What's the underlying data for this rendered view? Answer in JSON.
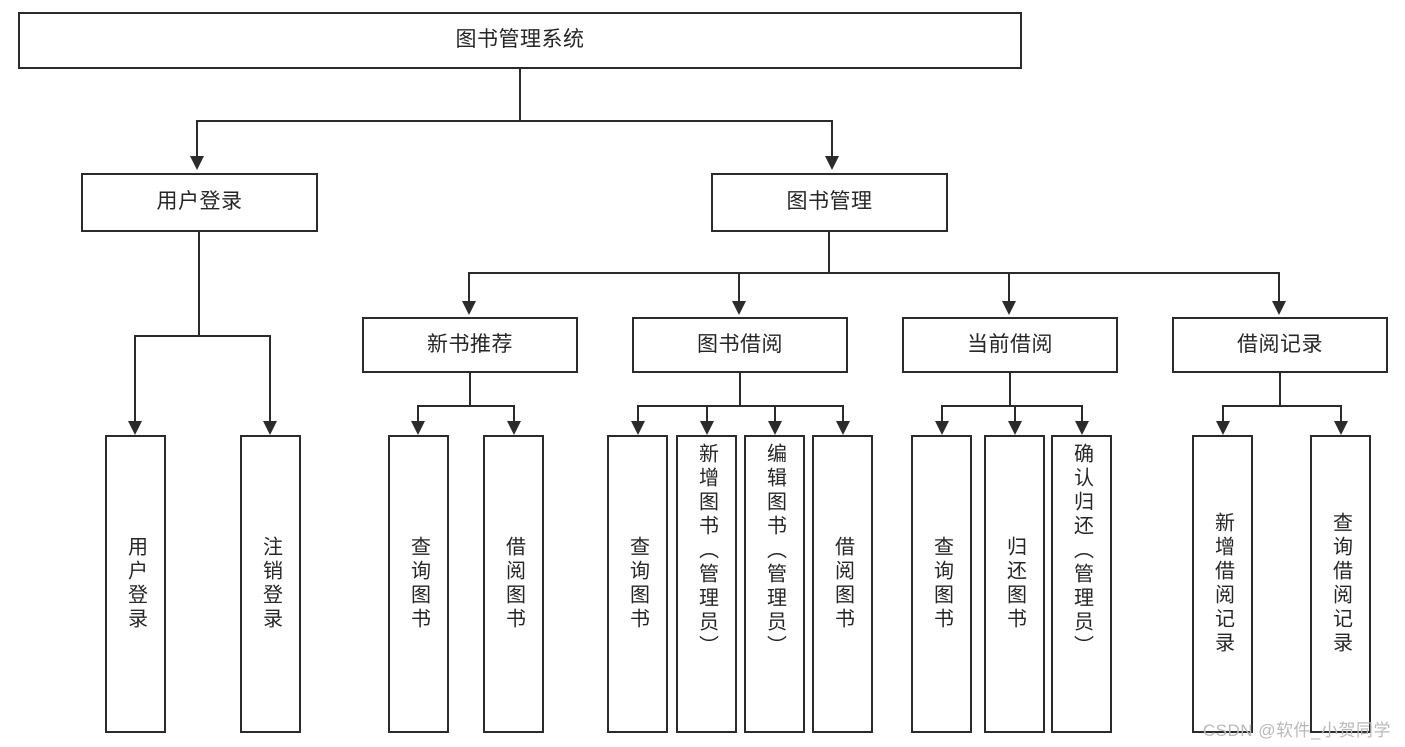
{
  "diagram": {
    "title": "图书管理系统",
    "type": "tree",
    "watermark": "CSDN @软件_小贺同学",
    "colors": {
      "box_border": "#2b2b2b",
      "box_fill": "#ffffff",
      "text": "#262626",
      "connector": "#2b2b2b",
      "watermark": "#b9b9b9",
      "background": "#ffffff"
    },
    "root": {
      "label": "图书管理系统"
    },
    "level1": [
      {
        "label": "用户登录"
      },
      {
        "label": "图书管理"
      }
    ],
    "level2": [
      {
        "label": "新书推荐"
      },
      {
        "label": "图书借阅"
      },
      {
        "label": "当前借阅"
      },
      {
        "label": "借阅记录"
      }
    ],
    "leaves": {
      "user_login": [
        {
          "label": "用户登录"
        },
        {
          "label": "注销登录"
        }
      ],
      "new_book_recommend": [
        {
          "label": "查询图书"
        },
        {
          "label": "借阅图书"
        }
      ],
      "book_borrow": [
        {
          "label": "查询图书"
        },
        {
          "label": "新增图书（管理员）"
        },
        {
          "label": "编辑图书（管理员）"
        },
        {
          "label": "借阅图书"
        }
      ],
      "current_borrow": [
        {
          "label": "查询图书"
        },
        {
          "label": "归还图书"
        },
        {
          "label": "确认归还（管理员）"
        }
      ],
      "borrow_record": [
        {
          "label": "新增借阅记录"
        },
        {
          "label": "查询借阅记录"
        }
      ]
    }
  }
}
